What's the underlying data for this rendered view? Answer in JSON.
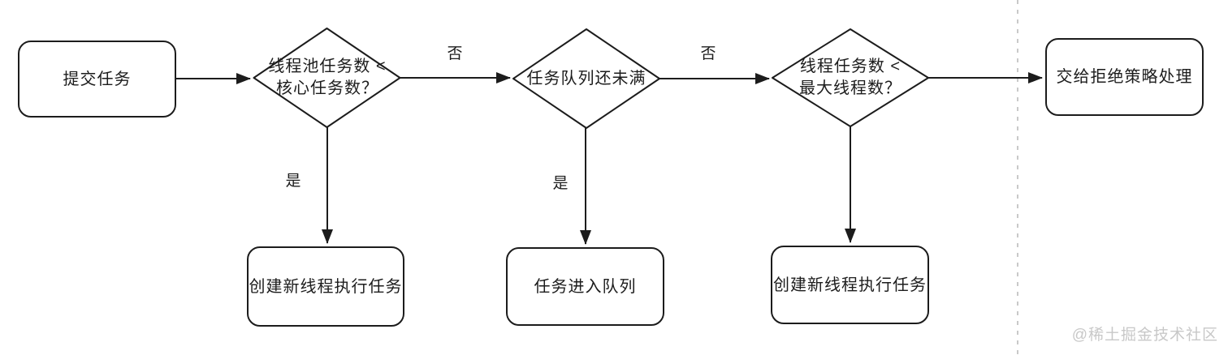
{
  "flowchart": {
    "nodes": {
      "start": {
        "label": "提交任务"
      },
      "decision_core": {
        "line1": "线程池任务数 <",
        "line2": "核心任务数？"
      },
      "decision_queue": {
        "line1": "任务队列还未满"
      },
      "decision_max": {
        "line1": "线程任务数 <",
        "line2": "最大线程数？"
      },
      "action_core_thread": {
        "label": "创建新线程执行任务"
      },
      "action_enqueue": {
        "label": "任务进入队列"
      },
      "action_max_thread": {
        "label": "创建新线程执行任务"
      },
      "action_reject": {
        "label": "交给拒绝策略处理"
      }
    },
    "edge_labels": {
      "decision_core_no": "否",
      "decision_queue_no": "否",
      "decision_core_yes": "是",
      "decision_queue_yes": "是"
    },
    "colors": {
      "stroke": "#1c1c1c",
      "node_fill": "#ffffff",
      "divider": "#c9c9c9",
      "watermark": "#c8c8c8",
      "background": "#ffffff"
    }
  },
  "watermark": {
    "text": "@稀土掘金技术社区"
  }
}
